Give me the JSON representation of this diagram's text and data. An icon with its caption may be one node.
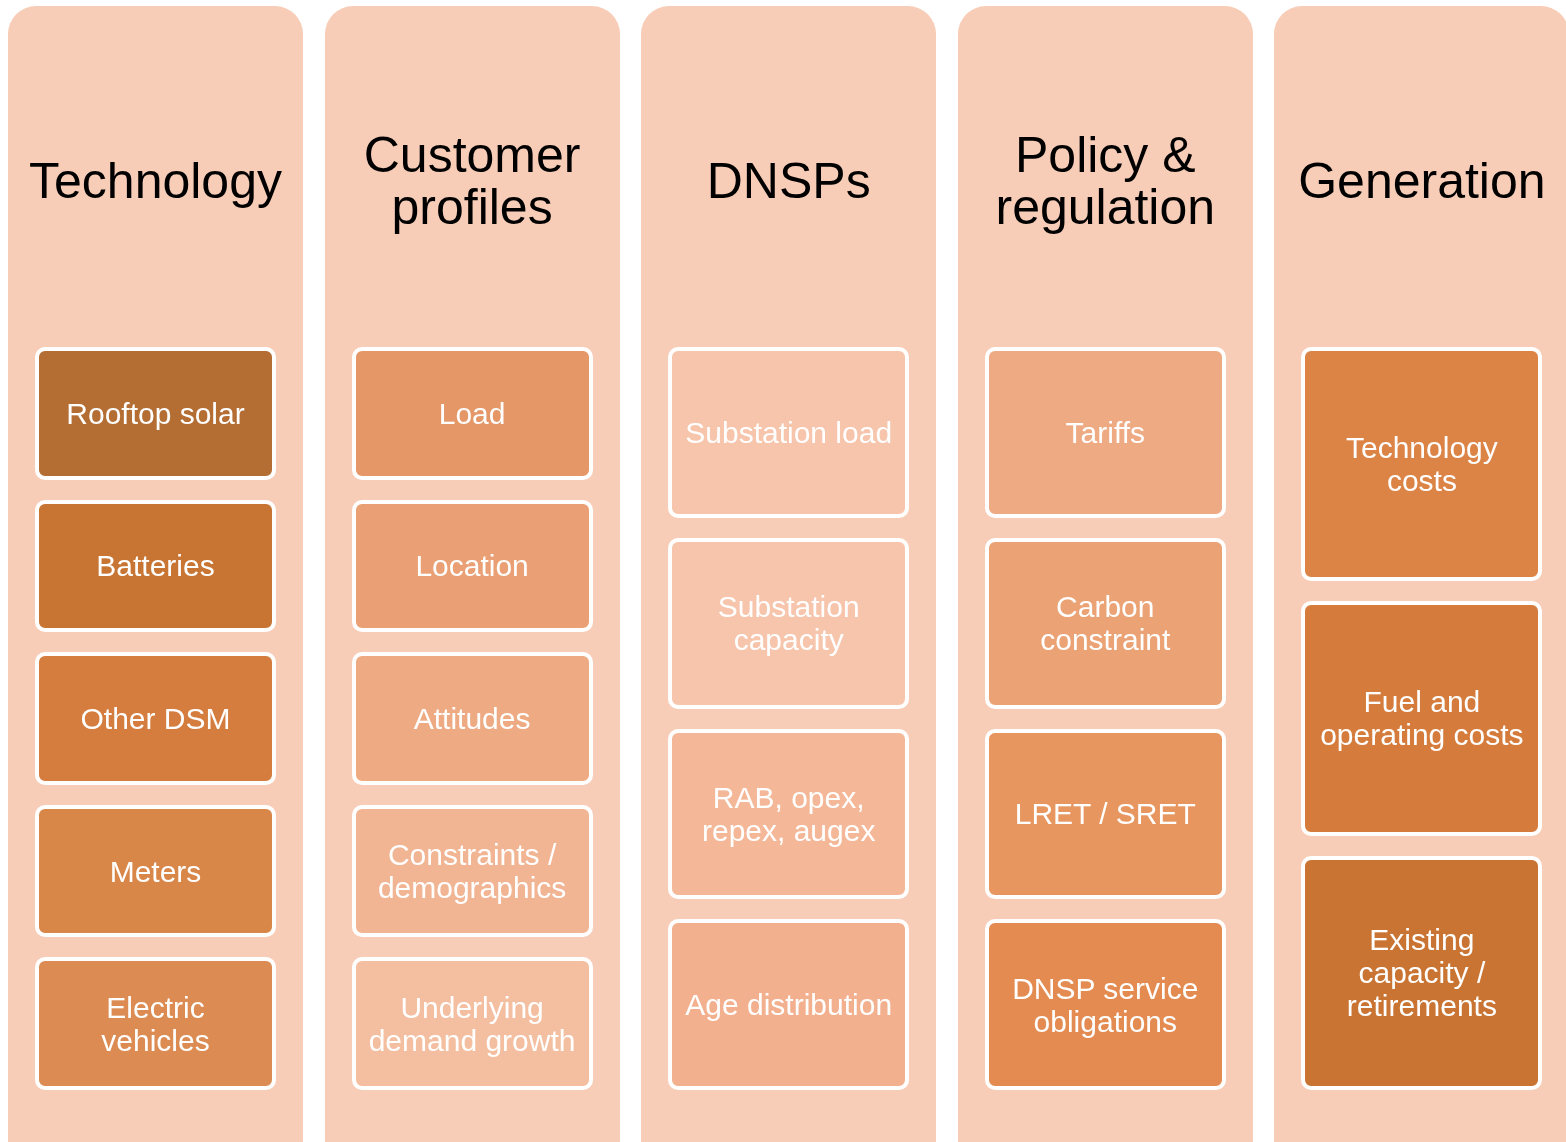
{
  "diagram": {
    "nodes": [
      {
        "text": [
          "Technology"
        ]
      },
      {
        "text": [
          "Rooftop solar"
        ],
        "in": 0
      },
      {
        "text": [
          "Batteries"
        ],
        "in": 0
      },
      {
        "text": [
          "Other DSM"
        ],
        "in": 0
      },
      {
        "text": [
          "Meters"
        ],
        "in": 0
      },
      {
        "text": [
          "Electric vehicles"
        ],
        "in": 0
      },
      {
        "text": [
          "Customer profiles"
        ]
      },
      {
        "text": [
          "Load"
        ],
        "in": 6
      },
      {
        "text": [
          "Location"
        ],
        "in": 6
      },
      {
        "text": [
          "Attitudes"
        ],
        "in": 6
      },
      {
        "text": [
          "Constraints / demographics"
        ],
        "in": 6
      },
      {
        "text": [
          "Underlying demand growth"
        ],
        "in": 6
      },
      {
        "text": [
          "DNSPs"
        ]
      },
      {
        "text": [
          "Substation load"
        ],
        "in": 12
      },
      {
        "text": [
          "Substation capacity"
        ],
        "in": 12
      },
      {
        "text": [
          "RAB, opex, repex, augex"
        ],
        "in": 12
      },
      {
        "text": [
          "Age distribution"
        ],
        "in": 12
      },
      {
        "text": [
          "Policy & regulation"
        ]
      },
      {
        "text": [
          "Tariffs"
        ],
        "in": 17
      },
      {
        "text": [
          "Carbon constraint"
        ],
        "in": 17
      },
      {
        "text": [
          "LRET / SRET"
        ],
        "in": 17
      },
      {
        "text": [
          "DNSP service obligations"
        ],
        "in": 17
      },
      {
        "text": [
          "Generation"
        ]
      },
      {
        "text": [
          "Technology costs"
        ],
        "in": 22
      },
      {
        "text": [
          "Fuel and operating costs"
        ],
        "in": 22
      },
      {
        "text": [
          "Existing capacity / retirements"
        ],
        "in": 22
      }
    ],
    "edges": []
  }
}
